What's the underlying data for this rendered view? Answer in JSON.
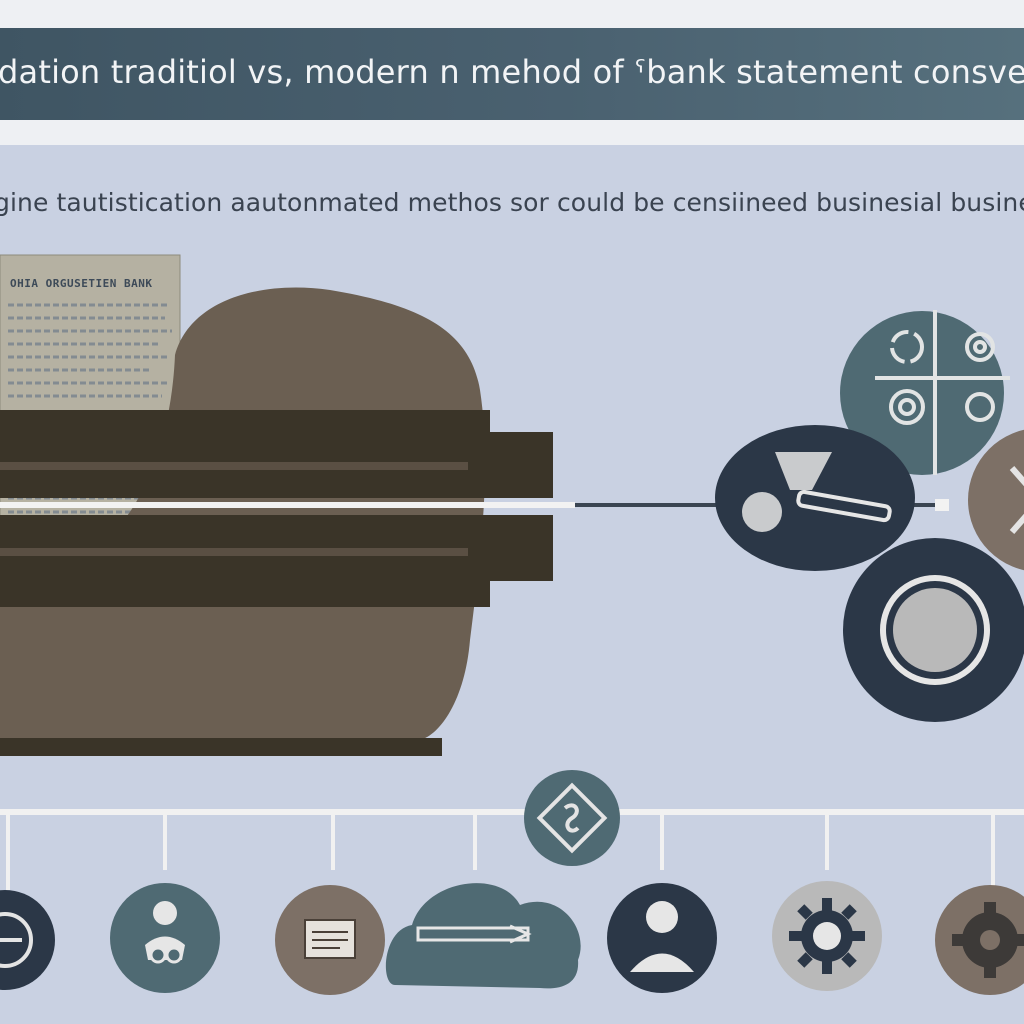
{
  "banner": {
    "title": "dation traditiol vs, modern n mehod of ˤbank statement consverin"
  },
  "panel": {
    "subtitle": "gine tautistication aautonmated methos sor could be censiineed businesial business a"
  },
  "document": {
    "heading": "OHIA ORGUSETIEN BANK"
  },
  "colors": {
    "banner": "#4a6170",
    "panel": "#c9d1e2",
    "machine_blob": "#6b5f52",
    "machine_bars": "#3a3428",
    "circle_teal": "#4f6a73",
    "circle_navy": "#2b3747",
    "circle_brown": "#7d7066",
    "circle_grey": "#b9b9b9"
  },
  "icons": [
    "document-icon",
    "gear-icon",
    "person-icon",
    "cloud-icon",
    "shield-icon",
    "transfer-icon",
    "target-icon"
  ]
}
